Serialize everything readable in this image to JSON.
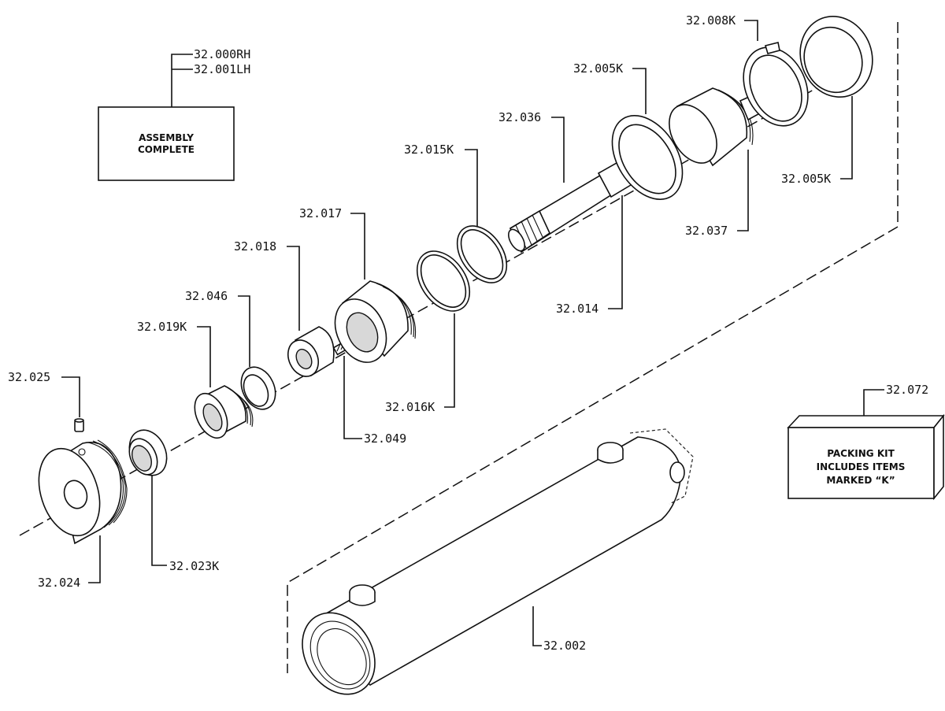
{
  "colors": {
    "ink": "#111111",
    "paper": "#ffffff"
  },
  "assembly_box": {
    "line1": "ASSEMBLY",
    "line2": "COMPLETE"
  },
  "packing_box": {
    "line1": "PACKING  KIT",
    "line2": "INCLUDES ITEMS",
    "line3": "MARKED  “K”"
  },
  "labels": {
    "assembly_rh": "32.000RH",
    "assembly_lh": "32.001LH",
    "p008k": "32.008K",
    "p005k_top": "32.005K",
    "p036": "32.036",
    "p015k": "32.015K",
    "p005k_right": "32.005K",
    "p017": "32.017",
    "p018": "32.018",
    "p037": "32.037",
    "p046": "32.046",
    "p019k": "32.019K",
    "p014": "32.014",
    "p025": "32.025",
    "p016k": "32.016K",
    "p049": "32.049",
    "p072": "32.072",
    "p023k": "32.023K",
    "p024": "32.024",
    "p002": "32.002"
  }
}
